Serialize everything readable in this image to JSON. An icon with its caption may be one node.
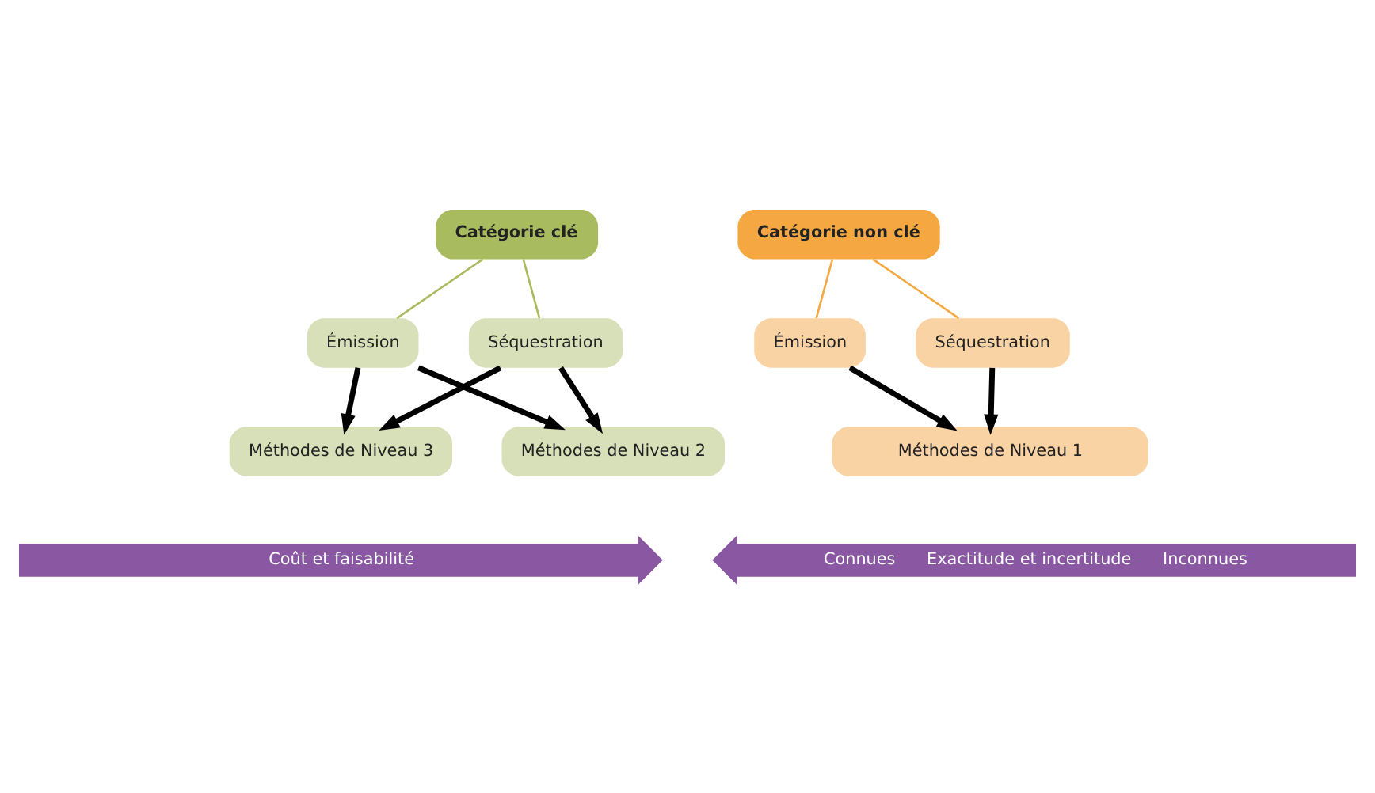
{
  "diagram": {
    "nodes": [
      {
        "text": [
          "Catégorie clé"
        ]
      },
      {
        "text": [
          "Émission"
        ]
      },
      {
        "text": [
          "Séquestration"
        ]
      },
      {
        "text": [
          "Méthodes de Niveau 3"
        ]
      },
      {
        "text": [
          "Méthodes de Niveau 2"
        ]
      },
      {
        "text": [
          "Catégorie non clé"
        ]
      },
      {
        "text": [
          "Émission"
        ]
      },
      {
        "text": [
          "Séquestration"
        ]
      },
      {
        "text": [
          "Méthodes de Niveau 1"
        ]
      },
      {
        "text": [
          "Coût et faisabilité"
        ]
      },
      {
        "text": [
          "Connues",
          "Exactitude et incertitude",
          "Inconnues"
        ]
      }
    ],
    "edges": [
      {
        "from": 0,
        "to": 1,
        "arrow": "none",
        "color": "#a9bb5f"
      },
      {
        "from": 0,
        "to": 2,
        "arrow": "none",
        "color": "#a9bb5f"
      },
      {
        "from": 1,
        "to": 3,
        "arrow": "to"
      },
      {
        "from": 1,
        "to": 4,
        "arrow": "to"
      },
      {
        "from": 2,
        "to": 3,
        "arrow": "to"
      },
      {
        "from": 2,
        "to": 4,
        "arrow": "to"
      },
      {
        "from": 5,
        "to": 6,
        "arrow": "none",
        "color": "#f5a742"
      },
      {
        "from": 5,
        "to": 7,
        "arrow": "none",
        "color": "#f5a742"
      },
      {
        "from": 6,
        "to": 8,
        "arrow": "to"
      },
      {
        "from": 7,
        "to": 8,
        "arrow": "to"
      }
    ]
  }
}
